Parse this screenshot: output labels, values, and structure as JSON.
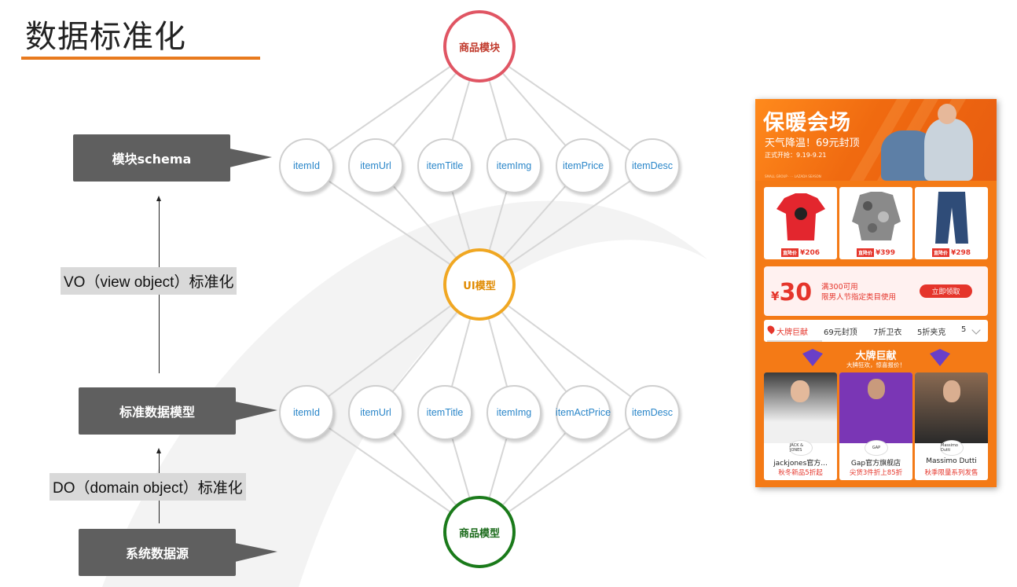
{
  "title": "数据标准化",
  "callouts": {
    "schema": "模块schema",
    "standard_model": "标准数据模型",
    "source": "系统数据源"
  },
  "steps": {
    "vo": "VO（view object）标准化",
    "do": "DO（domain object）标准化"
  },
  "nodes": {
    "top": "商品模块",
    "middle": "UI模型",
    "bottom": "商品模型",
    "top_row": [
      "itemId",
      "itemUrl",
      "itemTitle",
      "itemImg",
      "itemPrice",
      "itemDesc"
    ],
    "bottom_row": [
      "itemId",
      "itemUrl",
      "itemTitle",
      "itemImg",
      "itemActPrice",
      "itemDesc"
    ]
  },
  "colors": {
    "title_underline": "#e87a1e",
    "top_node": "#e05563",
    "middle_node": "#f0a722",
    "bottom_node": "#1a7a1a",
    "field_text": "#2a86c9",
    "callout_bg": "#5f5f5f"
  },
  "phone": {
    "banner_title": "保暖会场",
    "banner_sub": "天气降温！69元封顶",
    "banner_date": "正式开抢：9.19-9.21",
    "banner_tiny": "SMALL GROUP · · · LAZADA SEASON",
    "products": [
      {
        "tag": "直降价",
        "price": "¥206"
      },
      {
        "tag": "直降价",
        "price": "¥399"
      },
      {
        "tag": "直降价",
        "price": "¥298"
      }
    ],
    "coupon": {
      "yen": "¥",
      "amount": "30",
      "line1": "满300可用",
      "line2": "限男人节指定类目使用",
      "button": "立即领取"
    },
    "tabs": [
      "大牌巨献",
      "69元封顶",
      "7折卫衣",
      "5折夹克",
      "5"
    ],
    "section_title": "大牌巨献",
    "section_sub": "大牌狂欢，惊喜报价！",
    "brands": [
      {
        "logo": "JACK & JONES",
        "name": "jackjones官方...",
        "promo": "秋冬新品5折起"
      },
      {
        "logo": "GAP",
        "name": "Gap官方旗舰店",
        "promo": "尖货3件折上85折"
      },
      {
        "logo": "Massimo Dutti",
        "name": "Massimo Dutti",
        "promo": "秋季限量系列发售"
      }
    ]
  }
}
